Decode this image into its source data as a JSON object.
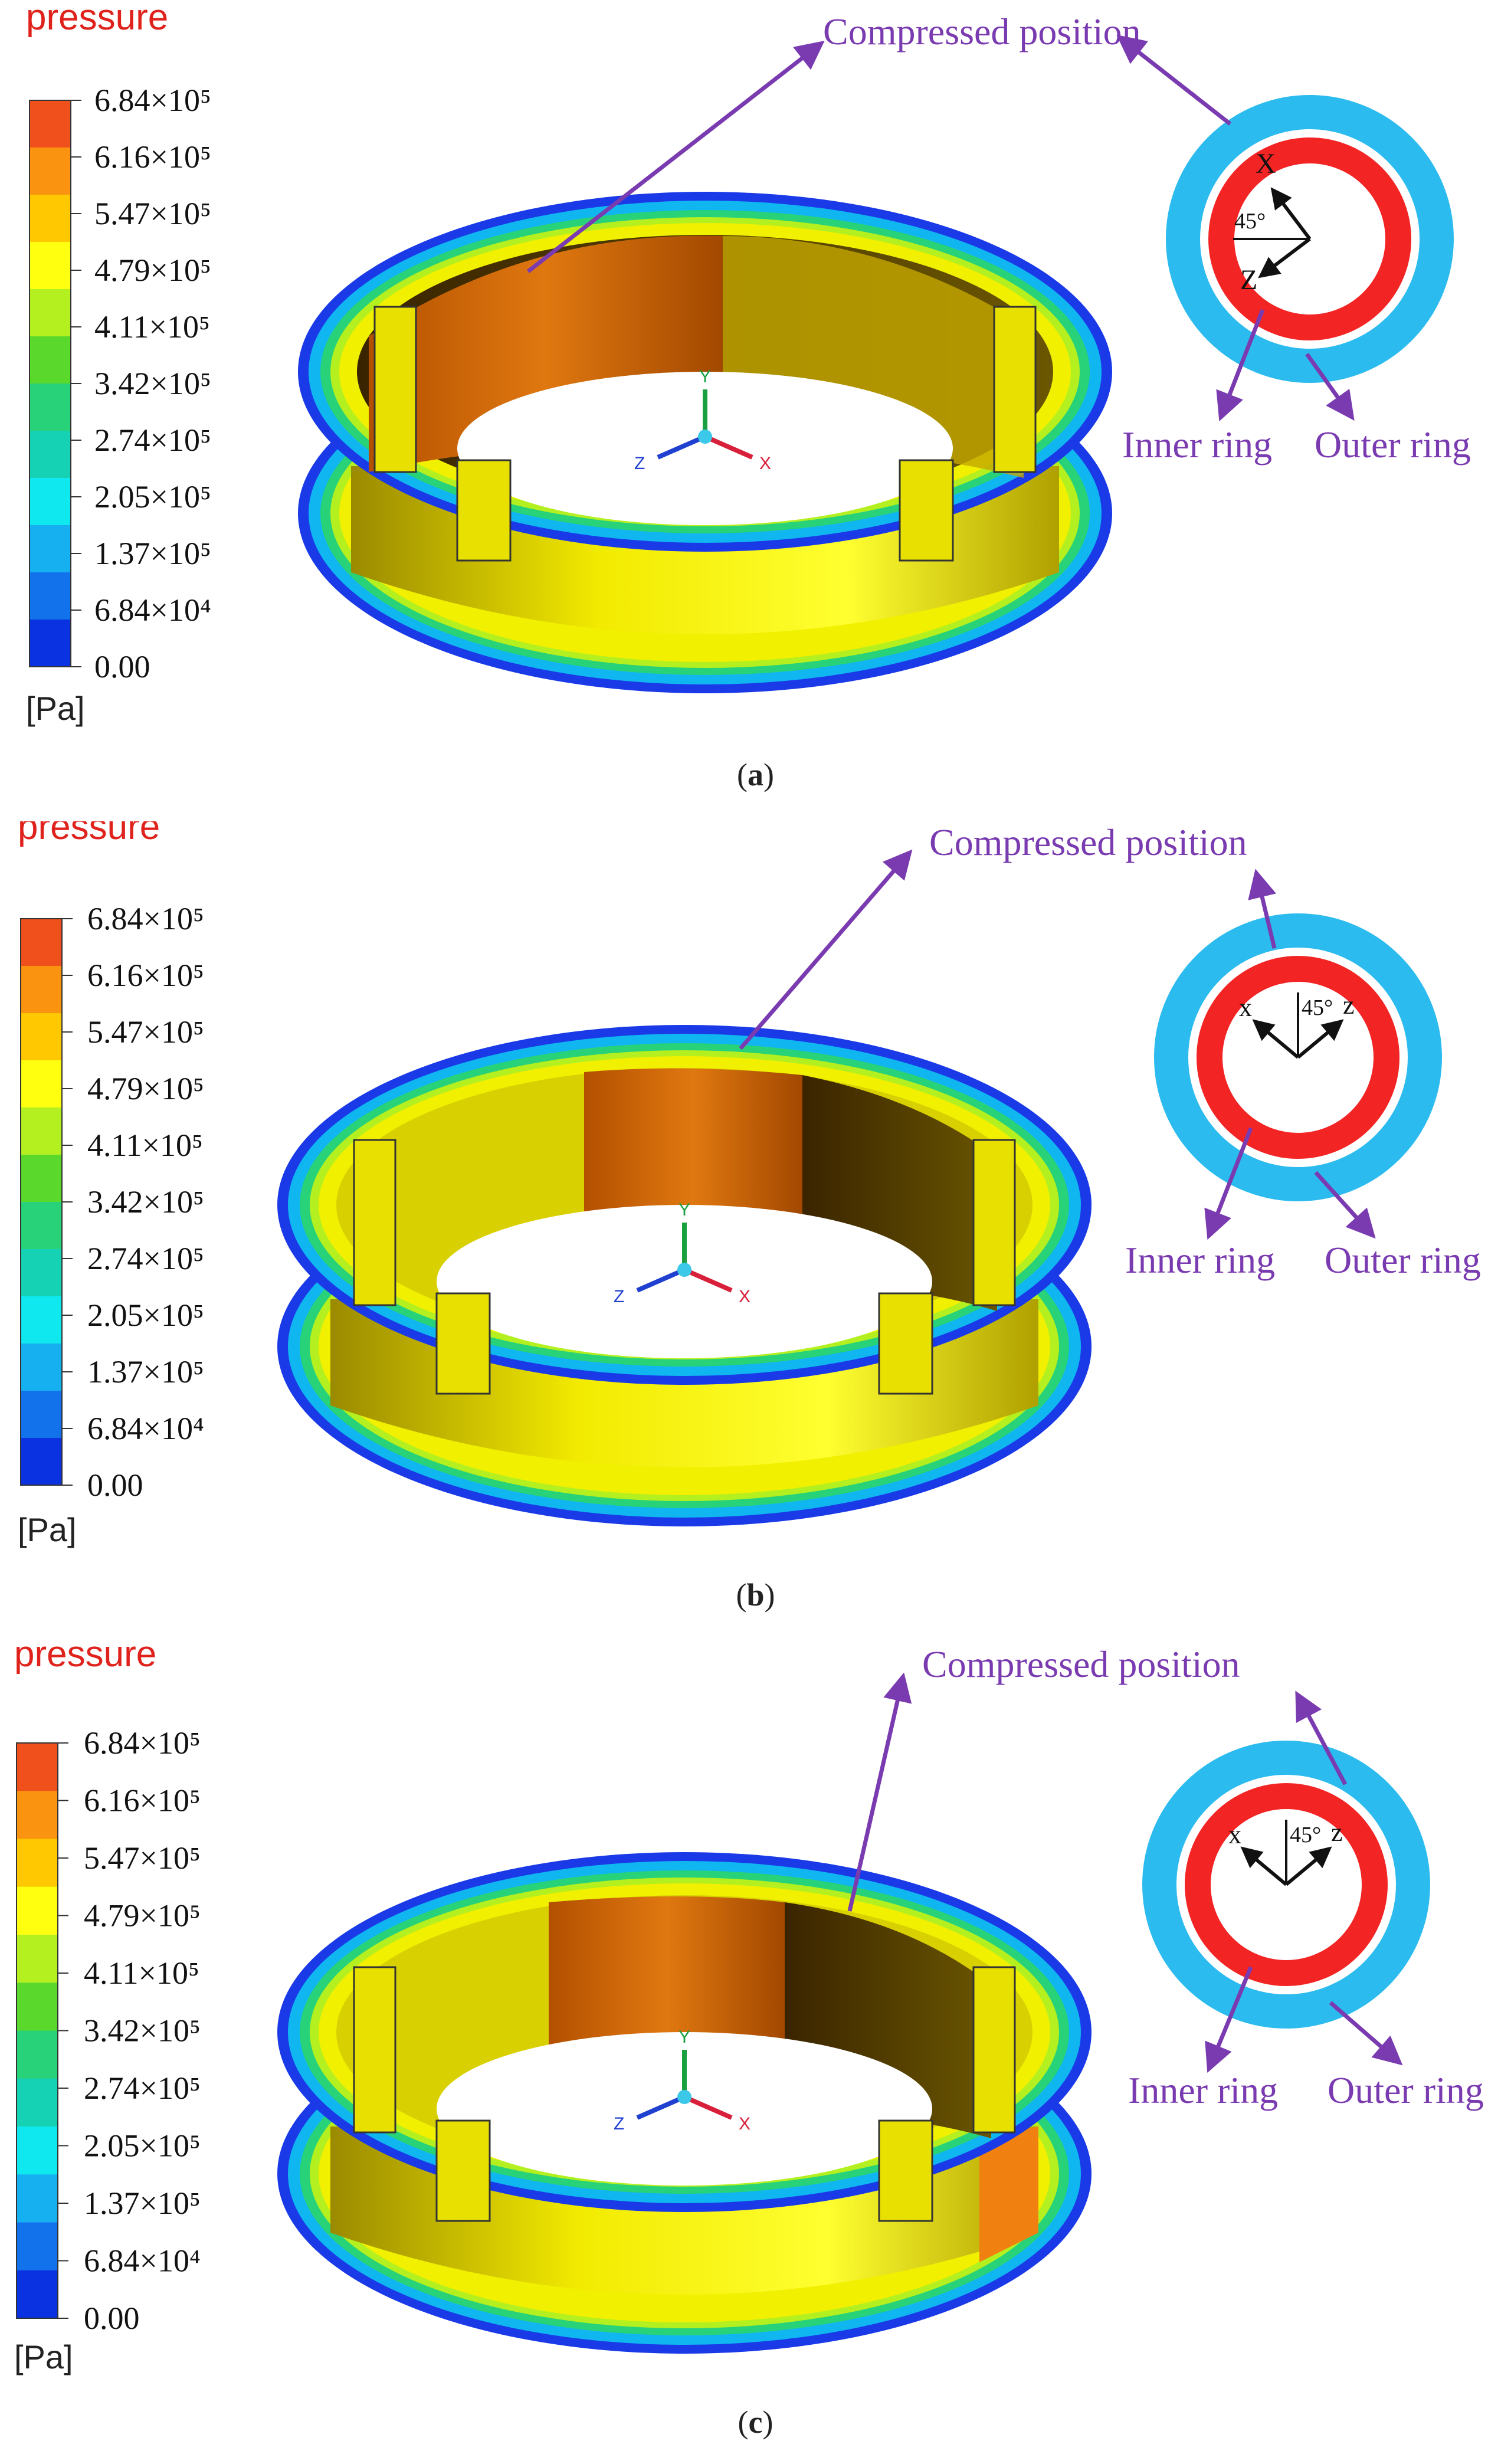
{
  "legend": {
    "title": "pressure",
    "unit": "[Pa]",
    "labels": [
      "6.84×10⁵",
      "6.16×10⁵",
      "5.47×10⁵",
      "4.79×10⁵",
      "4.11×10⁵",
      "3.42×10⁵",
      "2.74×10⁵",
      "2.05×10⁵",
      "1.37×10⁵",
      "6.84×10⁴",
      "0.00"
    ],
    "colors": [
      "#f0501c",
      "#fa9410",
      "#ffc800",
      "#ffff10",
      "#b4f020",
      "#5ad82c",
      "#28d278",
      "#16d2b4",
      "#10e8f0",
      "#16b0f0",
      "#1272ec",
      "#0a32e0"
    ]
  },
  "colors": {
    "label_purple": "#7a3bb0",
    "title_red": "#e0221c",
    "inner_ring": "#f22424",
    "outer_ring": "#2cbbee"
  },
  "panels": [
    {
      "caption_open": "(",
      "caption_letter": "a",
      "caption_close": ")",
      "compressed_label": "Compressed position",
      "inner_label": "Inner ring",
      "outer_label": "Outer ring",
      "angle_label": "45°",
      "axis_x": "X",
      "axis_z": "Z"
    },
    {
      "caption_open": "(",
      "caption_letter": "b",
      "caption_close": ")",
      "compressed_label": "Compressed position",
      "inner_label": "Inner ring",
      "outer_label": "Outer ring",
      "angle_label": "45°",
      "axis_x": "x",
      "axis_z": "z"
    },
    {
      "caption_open": "(",
      "caption_letter": "c",
      "caption_close": ")",
      "compressed_label": "Compressed position",
      "inner_label": "Inner ring",
      "outer_label": "Outer ring",
      "angle_label": "45°",
      "axis_x": "x",
      "axis_z": "z"
    }
  ],
  "triad": {
    "x": "X",
    "y": "Y",
    "z": "Z"
  }
}
